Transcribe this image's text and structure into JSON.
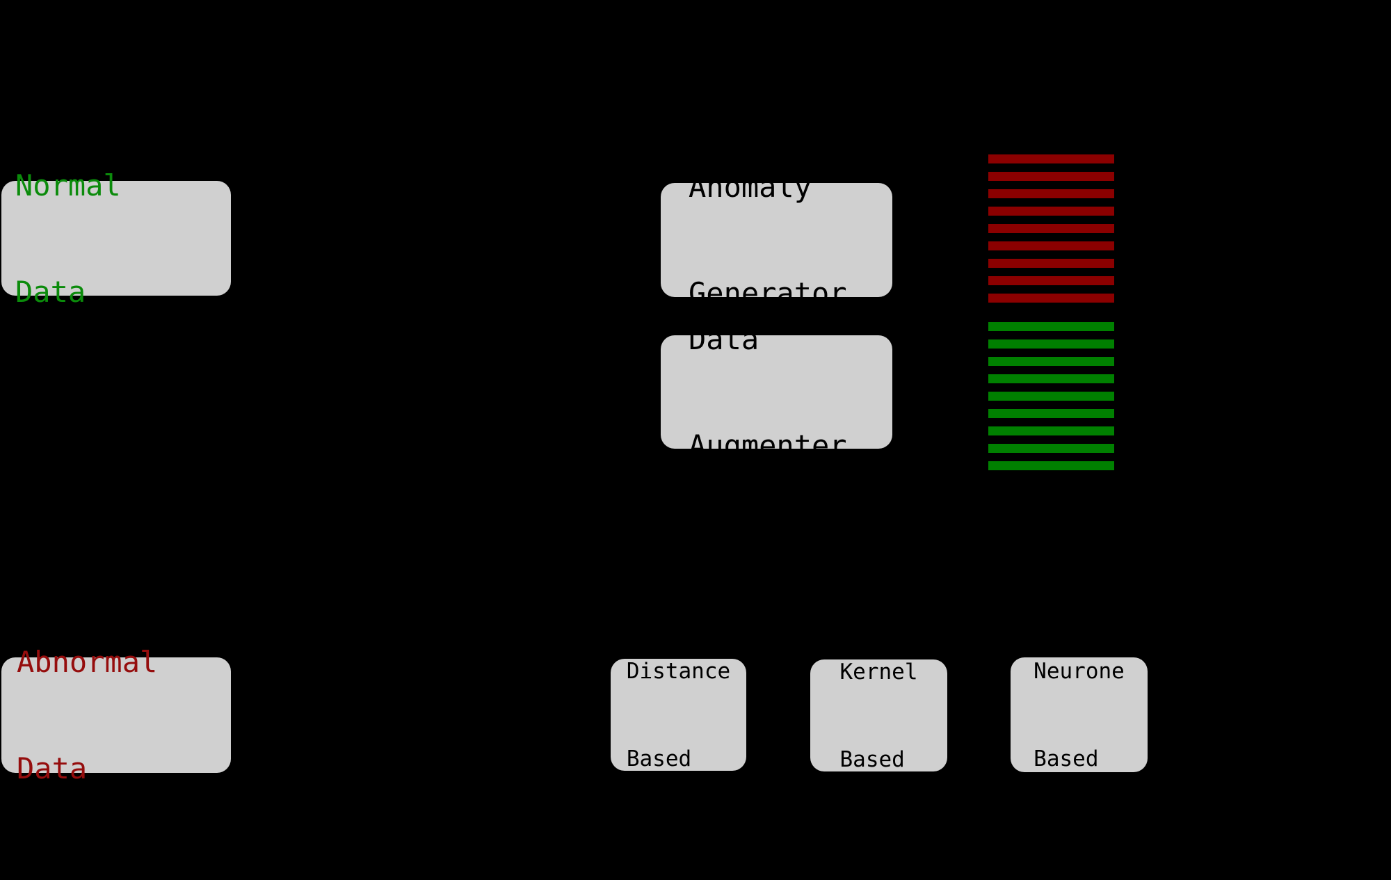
{
  "canvas": {
    "background": "#000000",
    "box_fill": "#d0d0d0"
  },
  "nodes": {
    "normal_data": {
      "line1": "Normal",
      "line2": "Data",
      "text_color": "#0b8b0b"
    },
    "abnormal_data": {
      "line1": "Abnormal",
      "line2": "Data",
      "text_color": "#950d0d"
    },
    "anomaly_generator": {
      "line1": "Anomaly",
      "line2": "Generator",
      "text_color": "#000000"
    },
    "data_augmenter": {
      "line1": "Data",
      "line2": "Augmenter",
      "text_color": "#000000"
    },
    "distance_based": {
      "line1": "Distance",
      "line2": "Based",
      "text_color": "#000000"
    },
    "kernel_based": {
      "line1": "Kernel",
      "line2": "Based",
      "text_color": "#000000"
    },
    "neurone_based": {
      "line1": "Neurone",
      "line2": "Based",
      "text_color": "#000000"
    }
  },
  "stacks": {
    "anomalous_samples": {
      "color": "#8b0000",
      "count": 9
    },
    "augmented_samples": {
      "color": "#008000",
      "count": 9
    }
  }
}
